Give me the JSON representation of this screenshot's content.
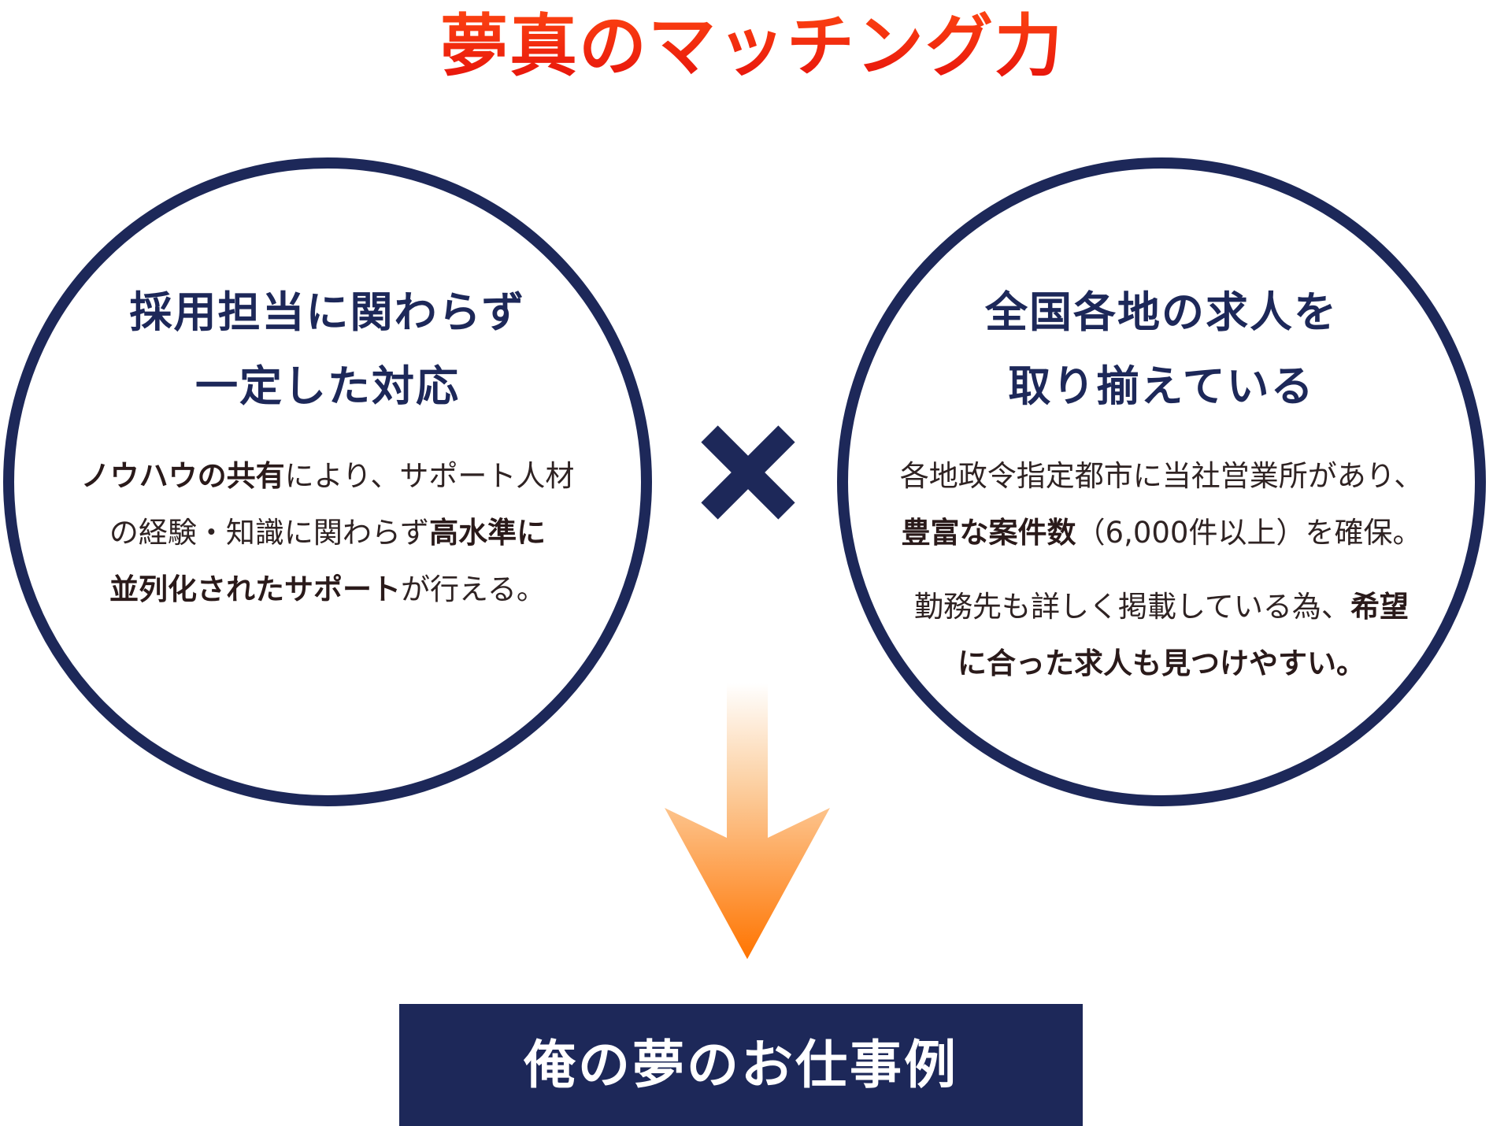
{
  "title": "夢真のマッチング力",
  "left_circle": {
    "heading_line1": "採用担当に関わらず",
    "heading_line2": "一定した対応",
    "body": {
      "l1_bold": "ノウハウの共有",
      "l1_rest": "により、サポート人材",
      "l2_plain": "の経験・知識に関わらず",
      "l2_bold": "高水準に",
      "l3_bold": "並列化されたサポート",
      "l3_rest": "が行える。"
    }
  },
  "right_circle": {
    "heading_line1": "全国各地の求人を",
    "heading_line2": "取り揃えている",
    "body": {
      "p1_l1": "各地政令指定都市に当社営業所があり、",
      "p1_l2_bold": "豊富な案件数",
      "p1_l2_rest": "（6,000件以上）を確保。",
      "p2_l1_plain": "勤務先も詳しく掲載している為、",
      "p2_l1_bold": "希望",
      "p2_l2_bold": "に合った求人も見つけやすい。"
    }
  },
  "cross_icon": "multiply-icon",
  "arrow_icon": "down-arrow-icon",
  "result_label": "俺の夢のお仕事例",
  "colors": {
    "navy": "#1d2859",
    "title_red": "#e30b0b",
    "title_orange": "#ff4a12",
    "arrow_orange": "#ff7a00",
    "text_dark": "#2f2323"
  }
}
